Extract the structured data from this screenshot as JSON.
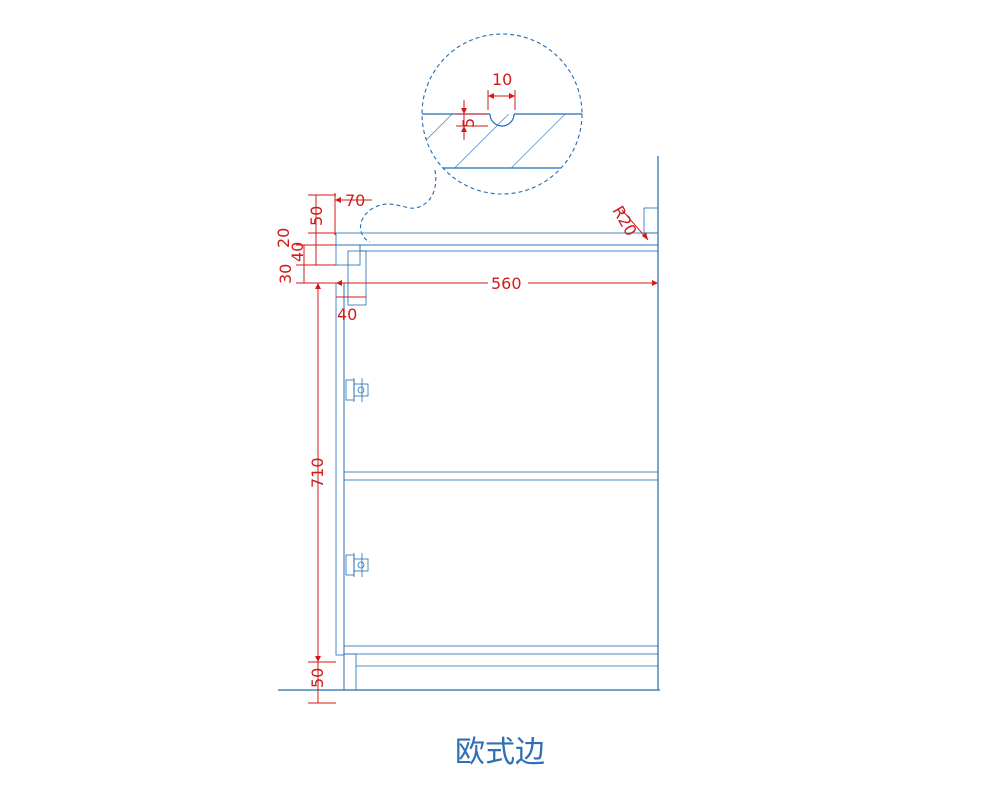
{
  "title": "欧式边",
  "dimensions": {
    "detail_width": "10",
    "detail_depth": "5",
    "edge_offset": "70",
    "radius": "R20",
    "top_50": "50",
    "top_20": "20",
    "top_40": "40",
    "top_30": "30",
    "width_560": "560",
    "side_40": "40",
    "height_710": "710",
    "base_50": "50"
  },
  "colors": {
    "line": "#1f6db5",
    "dimension": "#d21a1a",
    "title": "#2f6fb3"
  }
}
